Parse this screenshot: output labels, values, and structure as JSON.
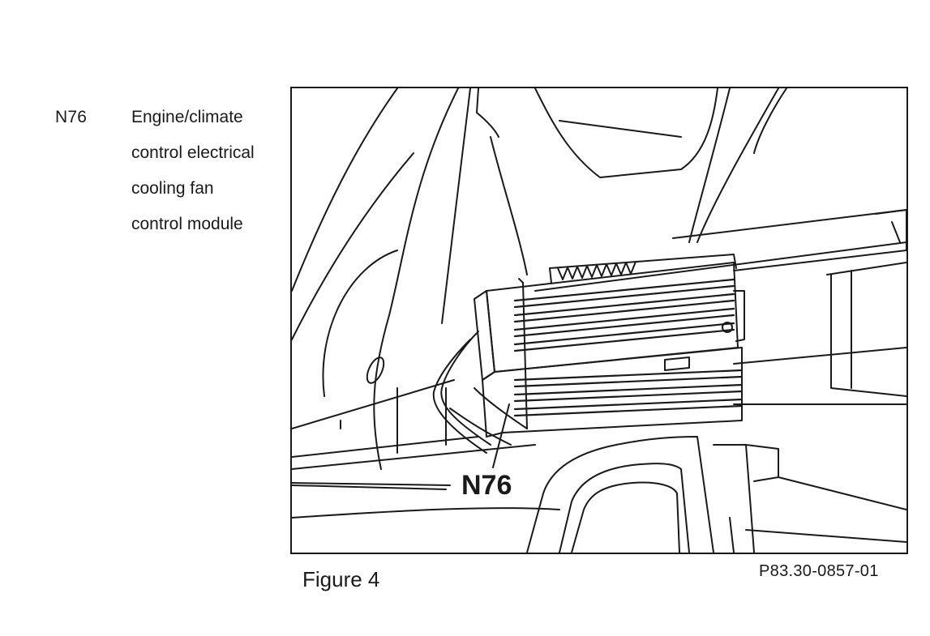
{
  "legend": {
    "code": "N76",
    "description_lines": [
      "Engine/climate",
      "control electrical",
      "cooling fan",
      "control module"
    ]
  },
  "figure": {
    "callout_label": "N76",
    "caption": "Figure 4",
    "code": "P83.30-0857-01"
  }
}
